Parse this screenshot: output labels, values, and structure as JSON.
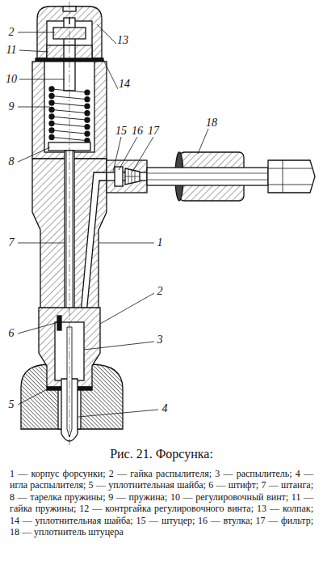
{
  "diagram": {
    "caption": "Рис. 21. Форсунка:",
    "labels": [
      "2",
      "11",
      "10",
      "9",
      "8",
      "7",
      "6",
      "5",
      "13",
      "14",
      "15",
      "16",
      "17",
      "18",
      "1",
      "2",
      "3",
      "4",
      "1 — корпус форсунки; 2 — гайка распылителя; 3 — распылитель; 4 — игла распылителя; 5 — уплотнительная шайба; 6 — штифт; 7 — штанга; 8 — тарелка пружины; 9 — пружина; 10 — регулировочный винт; 11 — гайка пружины; 12 — контргайка регулировочного винта; 13 — колпак; 14 — уплотнительная шайба; 15 — штуцер; 16 — втулка; 17 — фильтр; 18 — уплотнитель штуцера"
    ]
  }
}
